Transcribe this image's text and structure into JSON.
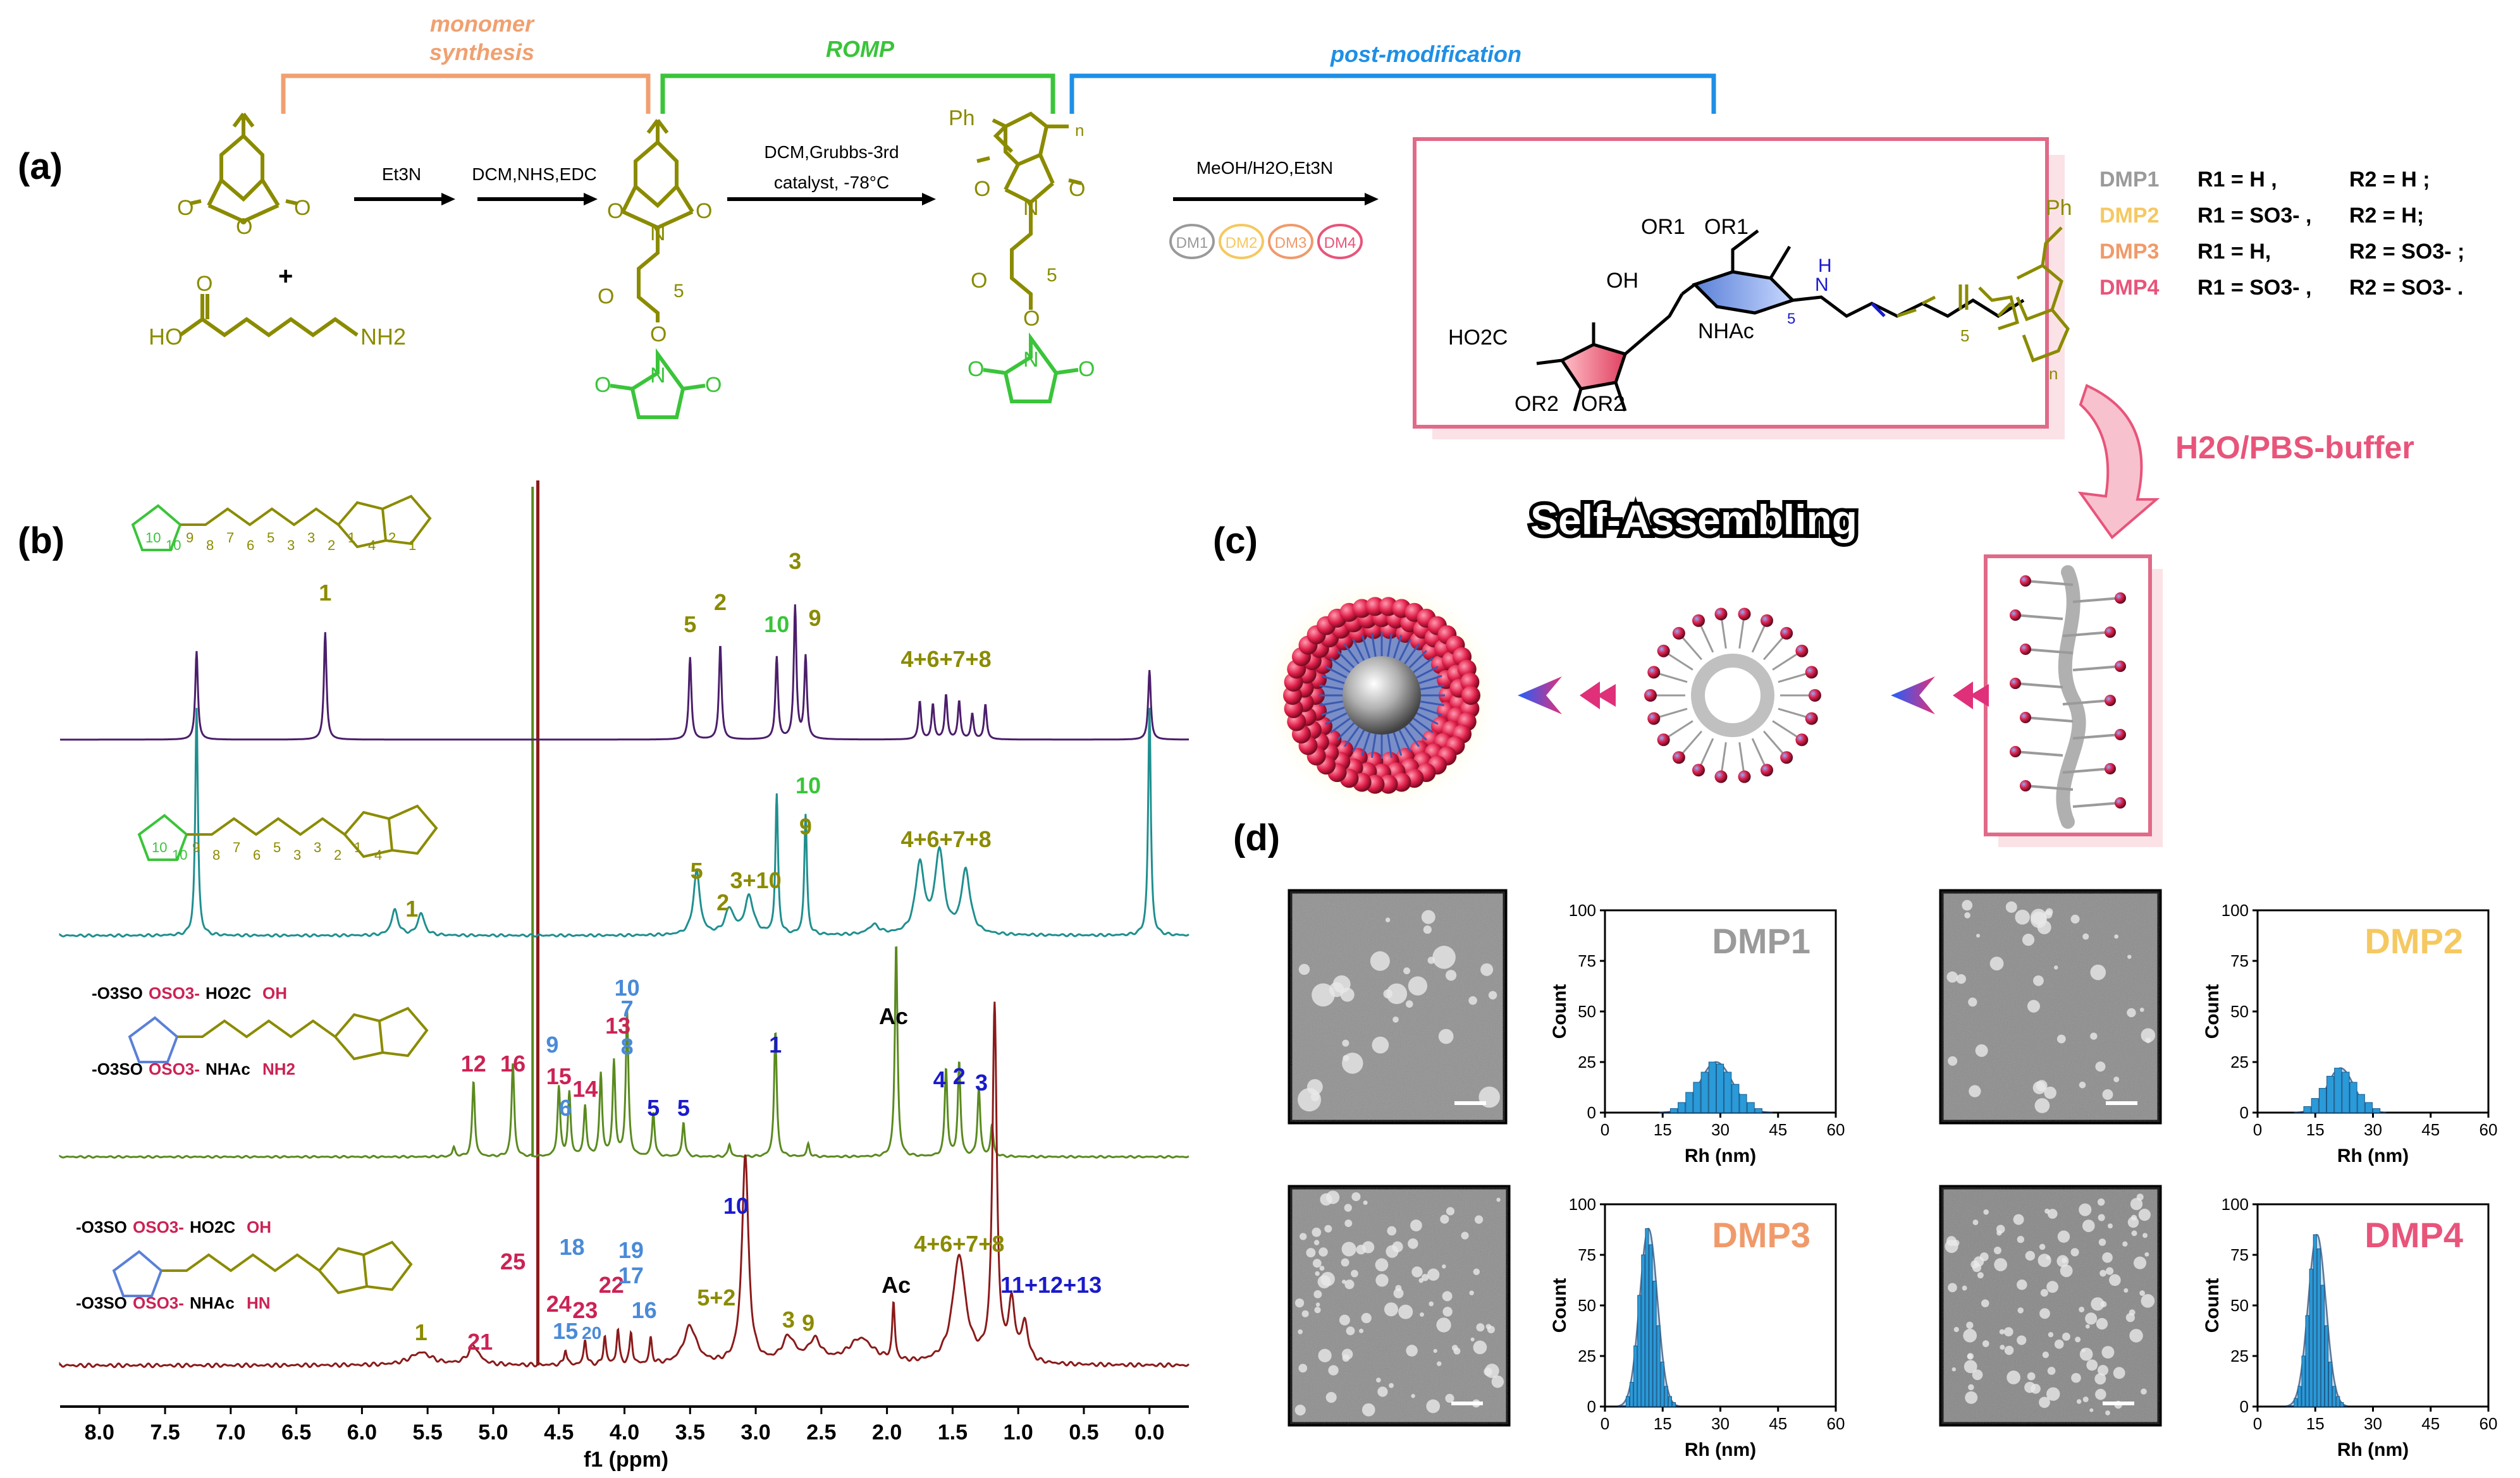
{
  "panel_labels": {
    "a": "(a)",
    "b": "(b)",
    "c": "(c)",
    "d": "(d)"
  },
  "colors": {
    "olive": "#8b8b00",
    "green": "#3ac43a",
    "orange": "#f0a070",
    "blue": "#1e8fe6",
    "pink": "#e8547a",
    "purple": "#4b1e6b",
    "teal": "#1f8f8f",
    "darkgreen": "#5a8a1e",
    "maroon": "#8b1a1a",
    "navy": "#1a1acc",
    "lightblue": "#4a8ad8",
    "crimson": "#cc2255"
  },
  "stage_labels": {
    "monomer_line1": "monomer",
    "monomer_line2": "synthesis",
    "romp": "ROMP",
    "post": "post-modification"
  },
  "reaction": {
    "plus": "+",
    "step1": "Et3N",
    "step2": "DCM,NHS,EDC",
    "step3_line1": "DCM,Grubbs-3rd",
    "step3_line2": "catalyst, -78°C",
    "step4": "MeOH/H2O,Et3N",
    "dm_badges": [
      "DM1",
      "DM2",
      "DM3",
      "DM4"
    ],
    "aminohexanoic": "HO",
    "nh2": "NH2",
    "ph": "Ph",
    "n": "n",
    "five": "5"
  },
  "structure_box": {
    "or1": "OR1",
    "or1b": "OR1",
    "oh": "OH",
    "ho2c": "HO2C",
    "nhac": "NHAc",
    "or2a": "OR2",
    "or2b": "OR2",
    "nh": "H",
    "n_label": "N",
    "five": "5",
    "ph": "Ph",
    "n": "n"
  },
  "dmp_table": [
    {
      "name": "DMP1",
      "r1": "R1 = H ,",
      "r2": "R2 = H ;",
      "color": "#9a9a9a"
    },
    {
      "name": "DMP2",
      "r1": "R1 = SO3- ,",
      "r2": "R2 = H;",
      "color": "#f5c860"
    },
    {
      "name": "DMP3",
      "r1": "R1 = H,",
      "r2": "R2 = SO3- ;",
      "color": "#f09a6a"
    },
    {
      "name": "DMP4",
      "r1": "R1 = SO3- ,",
      "r2": "R2 = SO3- .",
      "color": "#e8547a"
    }
  ],
  "c_panel": {
    "buffer": "H2O/PBS-buffer",
    "self_assembling": "Self-Assembling"
  },
  "nmr": {
    "xlabel": "f1 (ppm)",
    "ticks": [
      "8.0",
      "7.5",
      "7.0",
      "6.5",
      "6.0",
      "5.5",
      "5.0",
      "4.5",
      "4.0",
      "3.5",
      "3.0",
      "2.5",
      "2.0",
      "1.5",
      "1.0",
      "0.5",
      "0.0"
    ],
    "peak_labels_1": [
      "1",
      "5",
      "2",
      "10",
      "3",
      "9",
      "4+6+7+8"
    ],
    "peak_labels_2": [
      "1",
      "5",
      "2",
      "3+10",
      "10",
      "9",
      "4+6+7+8"
    ],
    "peak_labels_3": [
      "12",
      "16",
      "15",
      "14",
      "13",
      "9",
      "6",
      "10",
      "7",
      "8",
      "5",
      "5",
      "1",
      "Ac",
      "4",
      "2",
      "3"
    ],
    "peak_labels_4": [
      "1",
      "21",
      "25",
      "18",
      "24",
      "23",
      "22",
      "15",
      "20",
      "19",
      "17",
      "16",
      "5+2",
      "10",
      "3",
      "9",
      "Ac",
      "4+6+7+8",
      "11+12+13"
    ],
    "struct1_nums": [
      "10",
      "10",
      "9",
      "8",
      "7",
      "6",
      "5",
      "3",
      "3",
      "2",
      "1",
      "4",
      "2",
      "1"
    ],
    "struct3_labels": [
      "-O3SO",
      "OSO3-",
      "HO2C",
      "OH",
      "-O3SO",
      "OSO3-",
      "NHAc",
      "NH2"
    ],
    "struct4_labels": [
      "-O3SO",
      "OSO3-",
      "HO2C",
      "OH",
      "-O3SO",
      "OSO3-",
      "NHAc",
      "HN"
    ]
  },
  "dls": [
    {
      "title": "DMP1",
      "xlabel": "Rh (nm)",
      "ylabel": "Count",
      "color": "#9a9a9a",
      "xticks": [
        "0",
        "15",
        "30",
        "45",
        "60"
      ],
      "yticks": [
        "0",
        "25",
        "50",
        "75",
        "100"
      ]
    },
    {
      "title": "DMP2",
      "xlabel": "Rh (nm)",
      "ylabel": "Count",
      "color": "#f5c860",
      "xticks": [
        "0",
        "15",
        "30",
        "45",
        "60"
      ],
      "yticks": [
        "0",
        "25",
        "50",
        "75",
        "100"
      ]
    },
    {
      "title": "DMP3",
      "xlabel": "Rh (nm)",
      "ylabel": "Count",
      "color": "#f09a6a",
      "xticks": [
        "0",
        "15",
        "30",
        "45",
        "60"
      ],
      "yticks": [
        "0",
        "25",
        "50",
        "75",
        "100"
      ]
    },
    {
      "title": "DMP4",
      "xlabel": "Rh (nm)",
      "ylabel": "Count",
      "color": "#e8547a",
      "xticks": [
        "0",
        "15",
        "30",
        "45",
        "60"
      ],
      "yticks": [
        "0",
        "25",
        "50",
        "75",
        "100"
      ]
    }
  ],
  "chart_data": [
    {
      "type": "bar",
      "title": "DMP1",
      "xlabel": "Rh (nm)",
      "ylabel": "Count",
      "xlim": [
        0,
        60
      ],
      "ylim": [
        0,
        100
      ],
      "x": [
        18,
        20,
        22,
        24,
        26,
        28,
        30,
        32,
        34,
        36,
        38,
        40
      ],
      "values": [
        2,
        5,
        10,
        15,
        20,
        25,
        24,
        20,
        14,
        9,
        5,
        2
      ]
    },
    {
      "type": "bar",
      "title": "DMP2",
      "xlabel": "Rh (nm)",
      "ylabel": "Count",
      "xlim": [
        0,
        60
      ],
      "ylim": [
        0,
        100
      ],
      "x": [
        13,
        15,
        17,
        19,
        21,
        23,
        25,
        27,
        29,
        31
      ],
      "values": [
        3,
        7,
        12,
        18,
        22,
        20,
        15,
        9,
        5,
        2
      ]
    },
    {
      "type": "bar",
      "title": "DMP3",
      "xlabel": "Rh (nm)",
      "ylabel": "Count",
      "xlim": [
        0,
        60
      ],
      "ylim": [
        0,
        100
      ],
      "x": [
        6,
        7,
        8,
        9,
        10,
        11,
        12,
        13,
        14,
        15,
        16,
        17,
        18
      ],
      "values": [
        5,
        12,
        30,
        55,
        75,
        88,
        80,
        62,
        40,
        22,
        10,
        5,
        2
      ]
    },
    {
      "type": "bar",
      "title": "DMP4",
      "xlabel": "Rh (nm)",
      "ylabel": "Count",
      "xlim": [
        0,
        60
      ],
      "ylim": [
        0,
        100
      ],
      "x": [
        10,
        11,
        12,
        13,
        14,
        15,
        16,
        17,
        18,
        19,
        20,
        21,
        22
      ],
      "values": [
        4,
        10,
        25,
        45,
        68,
        85,
        78,
        60,
        40,
        22,
        10,
        5,
        2
      ]
    }
  ]
}
